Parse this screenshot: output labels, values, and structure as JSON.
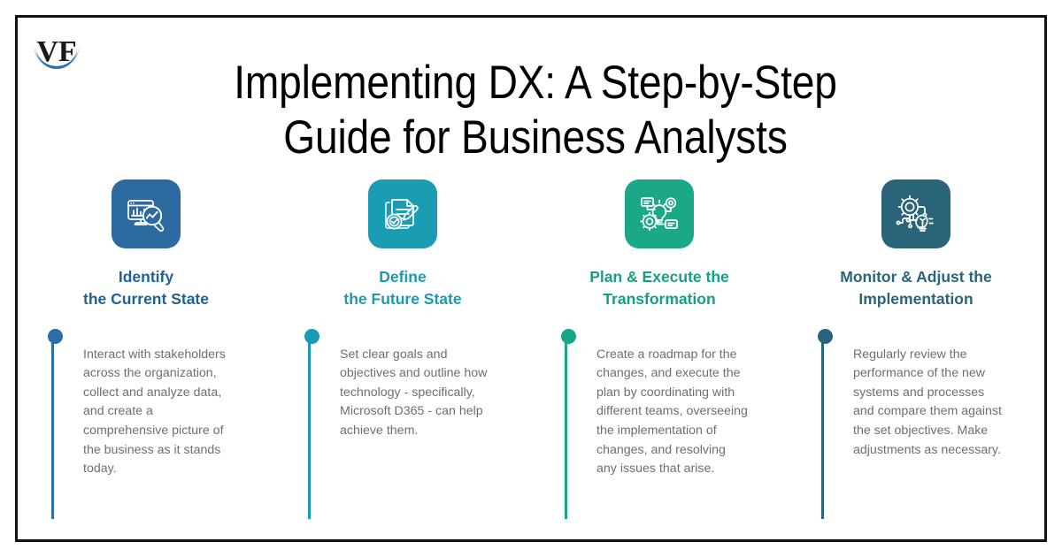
{
  "page": {
    "title": "Implementing DX: A Step-by-Step\nGuide for Business Analysts",
    "border_color": "#111111",
    "background": "#ffffff",
    "body_text_color": "#6b6f73"
  },
  "logo": {
    "name": "vf-monogram-logo",
    "letters": "VF",
    "mark_color": "#2b73a8",
    "letter_color": "#1a1a1a"
  },
  "steps": [
    {
      "icon_name": "monitor-chart-magnifier-icon",
      "tile_color": "#2d6a9f",
      "accent_color": "#2b6fa5",
      "heading": "Identify\nthe Current State",
      "heading_color": "#1f6196",
      "body": "Interact with stakeholders across the organization, collect and analyze data, and create a comprehensive picture of the business as it stands today."
    },
    {
      "icon_name": "document-pencil-check-icon",
      "tile_color": "#1a9cb3",
      "accent_color": "#189cb4",
      "heading": "Define\nthe Future State",
      "heading_color": "#1b9ab0",
      "body": "Set clear goals and objectives and outline how technology - specifically, Microsoft D365 - can help achieve them."
    },
    {
      "icon_name": "lightbulb-gear-network-icon",
      "tile_color": "#1aa888",
      "accent_color": "#17a589",
      "heading": "Plan & Execute the\nTransformation",
      "heading_color": "#14a085",
      "body": "Create a roadmap for the changes, and execute the plan by coordinating with different teams, overseeing the implementation of changes, and resolving any issues that arise."
    },
    {
      "icon_name": "gear-circuit-lightbulb-icon",
      "tile_color": "#2a6478",
      "accent_color": "#2a6478",
      "heading": "Monitor & Adjust the\nImplementation",
      "heading_color": "#2a6478",
      "body": "Regularly review the performance of the new systems and processes and compare them against the set objectives. Make adjustments as necessary."
    }
  ]
}
